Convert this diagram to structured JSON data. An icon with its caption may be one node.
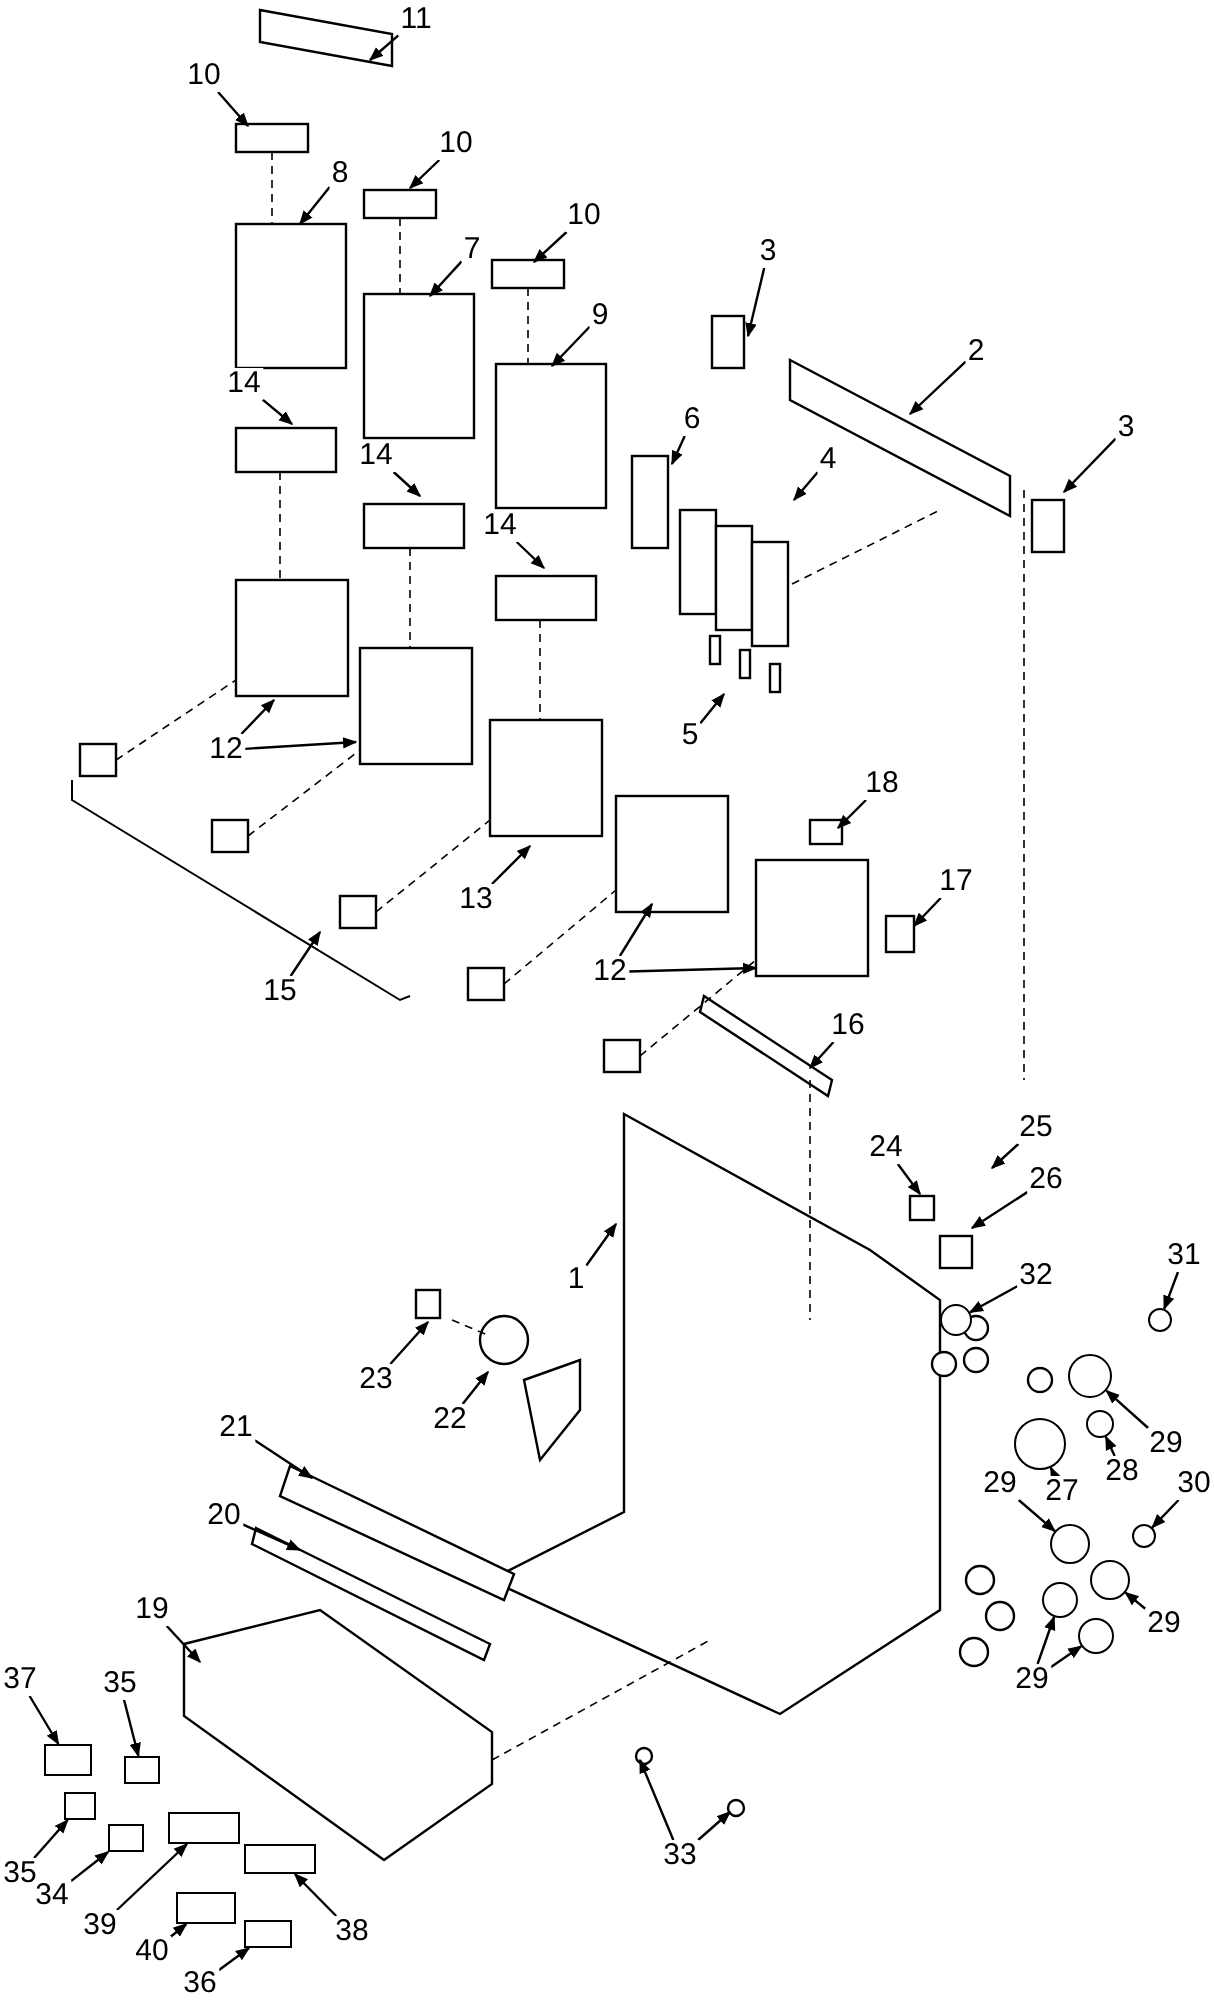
{
  "diagram": {
    "nodes": [
      {
        "text": [
          "11"
        ]
      },
      {
        "text": [
          "10"
        ]
      },
      {
        "text": [
          "10"
        ]
      },
      {
        "text": [
          "8"
        ]
      },
      {
        "text": [
          "10"
        ]
      },
      {
        "text": [
          "7"
        ]
      },
      {
        "text": [
          "3"
        ]
      },
      {
        "text": [
          "9"
        ]
      },
      {
        "text": [
          "2"
        ]
      },
      {
        "text": [
          "14"
        ]
      },
      {
        "text": [
          "6"
        ]
      },
      {
        "text": [
          "3"
        ]
      },
      {
        "text": [
          "4"
        ]
      },
      {
        "text": [
          "14"
        ]
      },
      {
        "text": [
          "14"
        ]
      },
      {
        "text": [
          "5"
        ]
      },
      {
        "text": [
          "12"
        ]
      },
      {
        "text": [
          "18"
        ]
      },
      {
        "text": [
          "17"
        ]
      },
      {
        "text": [
          "13"
        ]
      },
      {
        "text": [
          "12"
        ]
      },
      {
        "text": [
          "15"
        ]
      },
      {
        "text": [
          "16"
        ]
      },
      {
        "text": [
          "25"
        ]
      },
      {
        "text": [
          "24"
        ]
      },
      {
        "text": [
          "26"
        ]
      },
      {
        "text": [
          "1"
        ]
      },
      {
        "text": [
          "32"
        ]
      },
      {
        "text": [
          "31"
        ]
      },
      {
        "text": [
          "23"
        ]
      },
      {
        "text": [
          "22"
        ]
      },
      {
        "text": [
          "21"
        ]
      },
      {
        "text": [
          "29"
        ]
      },
      {
        "text": [
          "28"
        ]
      },
      {
        "text": [
          "29"
        ]
      },
      {
        "text": [
          "27"
        ]
      },
      {
        "text": [
          "30"
        ]
      },
      {
        "text": [
          "20"
        ]
      },
      {
        "text": [
          "19"
        ]
      },
      {
        "text": [
          "29"
        ]
      },
      {
        "text": [
          "29"
        ]
      },
      {
        "text": [
          "37"
        ]
      },
      {
        "text": [
          "35"
        ]
      },
      {
        "text": [
          "33"
        ]
      },
      {
        "text": [
          "35"
        ]
      },
      {
        "text": [
          "34"
        ]
      },
      {
        "text": [
          "39"
        ]
      },
      {
        "text": [
          "38"
        ]
      },
      {
        "text": [
          "40"
        ]
      },
      {
        "text": [
          "36"
        ]
      },
      {
        "text": [],
        "shape": "circle"
      },
      {
        "text": [],
        "shape": "circle"
      },
      {
        "text": [],
        "shape": "circle"
      },
      {
        "text": [],
        "shape": "circle"
      },
      {
        "text": [],
        "shape": "circle"
      },
      {
        "text": [],
        "shape": "circle"
      },
      {
        "text": [],
        "shape": "circle"
      },
      {
        "text": [],
        "shape": "circle"
      },
      {
        "text": [],
        "shape": "circle"
      },
      {
        "text": [],
        "shape": "circle"
      },
      {
        "text": [],
        "shape": "box"
      },
      {
        "text": [],
        "shape": "box"
      },
      {
        "text": [],
        "shape": "box"
      },
      {
        "text": [],
        "shape": "box"
      },
      {
        "text": [],
        "shape": "box"
      },
      {
        "text": [],
        "shape": "box"
      },
      {
        "text": [],
        "shape": "box"
      },
      {
        "text": [],
        "shape": "box"
      }
    ],
    "edges": [
      {
        "from": 0,
        "to": null,
        "arrow": "to"
      },
      {
        "from": 1,
        "to": null,
        "arrow": "to"
      },
      {
        "from": 2,
        "to": null,
        "arrow": "to"
      },
      {
        "from": 3,
        "to": null,
        "arrow": "to"
      },
      {
        "from": 4,
        "to": null,
        "arrow": "to"
      },
      {
        "from": 5,
        "to": null,
        "arrow": "to"
      },
      {
        "from": 6,
        "to": null,
        "arrow": "to"
      },
      {
        "from": 7,
        "to": null,
        "arrow": "to"
      },
      {
        "from": 8,
        "to": null,
        "arrow": "to"
      },
      {
        "from": 9,
        "to": null,
        "arrow": "to"
      },
      {
        "from": 10,
        "to": null,
        "arrow": "to"
      },
      {
        "from": 11,
        "to": null,
        "arrow": "to"
      },
      {
        "from": 12,
        "to": null,
        "arrow": "to"
      },
      {
        "from": 13,
        "to": null,
        "arrow": "to"
      },
      {
        "from": 14,
        "to": null,
        "arrow": "to"
      },
      {
        "from": 15,
        "to": null,
        "arrow": "to"
      },
      {
        "from": 16,
        "to": null,
        "arrow": "to"
      },
      {
        "from": 16,
        "to": null,
        "arrow": "to"
      },
      {
        "from": 17,
        "to": null,
        "arrow": "to"
      },
      {
        "from": 18,
        "to": null,
        "arrow": "to"
      },
      {
        "from": 19,
        "to": null,
        "arrow": "to"
      },
      {
        "from": 20,
        "to": null,
        "arrow": "to"
      },
      {
        "from": 20,
        "to": null,
        "arrow": "to"
      },
      {
        "from": 21,
        "to": null,
        "arrow": "to"
      },
      {
        "from": 22,
        "to": null,
        "arrow": "to"
      },
      {
        "from": 23,
        "to": null,
        "arrow": "to"
      },
      {
        "from": 24,
        "to": null,
        "arrow": "to"
      },
      {
        "from": 25,
        "to": null,
        "arrow": "to"
      },
      {
        "from": 26,
        "to": null,
        "arrow": "to"
      },
      {
        "from": 27,
        "to": 50,
        "arrow": "to"
      },
      {
        "from": 28,
        "to": 51,
        "arrow": "to"
      },
      {
        "from": 29,
        "to": null,
        "arrow": "to"
      },
      {
        "from": 30,
        "to": null,
        "arrow": "to"
      },
      {
        "from": 31,
        "to": null,
        "arrow": "to"
      },
      {
        "from": 32,
        "to": 52,
        "arrow": "to"
      },
      {
        "from": 33,
        "to": 53,
        "arrow": "to"
      },
      {
        "from": 34,
        "to": 54,
        "arrow": "to"
      },
      {
        "from": 35,
        "to": 55,
        "arrow": "to"
      },
      {
        "from": 36,
        "to": 56,
        "arrow": "to"
      },
      {
        "from": 37,
        "to": null,
        "arrow": "to"
      },
      {
        "from": 38,
        "to": null,
        "arrow": "to"
      },
      {
        "from": 39,
        "to": 57,
        "arrow": "to"
      },
      {
        "from": 40,
        "to": 58,
        "arrow": "to"
      },
      {
        "from": 40,
        "to": 59,
        "arrow": "to"
      },
      {
        "from": 41,
        "to": 60,
        "arrow": "to"
      },
      {
        "from": 42,
        "to": 61,
        "arrow": "to"
      },
      {
        "from": 43,
        "to": null,
        "arrow": "to"
      },
      {
        "from": 43,
        "to": null,
        "arrow": "to"
      },
      {
        "from": 44,
        "to": 62,
        "arrow": "to"
      },
      {
        "from": 45,
        "to": 63,
        "arrow": "to"
      },
      {
        "from": 46,
        "to": 64,
        "arrow": "to"
      },
      {
        "from": 47,
        "to": 65,
        "arrow": "to"
      },
      {
        "from": 48,
        "to": 66,
        "arrow": "to"
      },
      {
        "from": 49,
        "to": 67,
        "arrow": "to"
      }
    ]
  }
}
